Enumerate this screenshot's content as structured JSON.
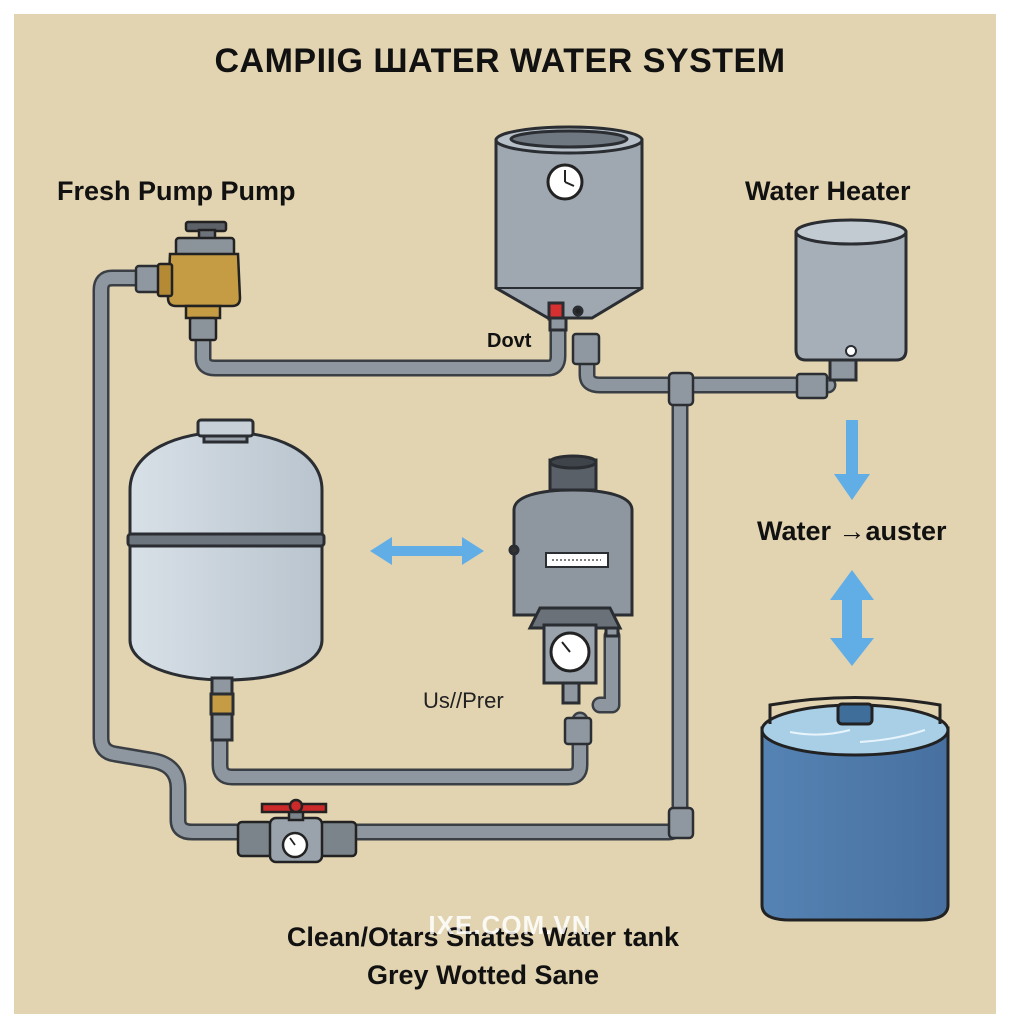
{
  "title": "CAMPIIG ШATER WATER SYSTEM",
  "labels": {
    "fresh_pump": "Fresh Pump Pump",
    "water_heater": "Water Heater",
    "dovt": "Dovt",
    "water_auster": "Water →auster",
    "us_prer": "Us//Prer",
    "clean_line": "Clean/Otars Shates Water tank",
    "grey_line": "Grey Wotted Sane"
  },
  "watermark": "IXE.COM.VN",
  "colors": {
    "background": "#e2d3b1",
    "pipe": "#8d969f",
    "tank": "#c9d3dc",
    "heater": "#9fa8b1",
    "brass": "#c59b43",
    "water": "#4f7bab",
    "arrow": "#61aee6",
    "valve_red": "#cc2a2a"
  }
}
